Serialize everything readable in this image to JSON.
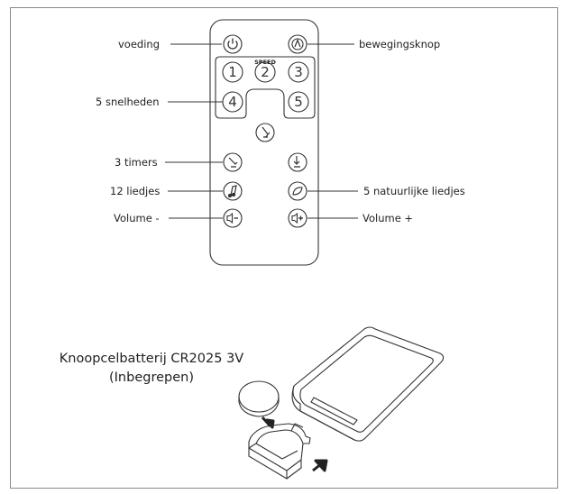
{
  "labels": {
    "power": "voeding",
    "motion": "bewegingsknop",
    "speeds": "5 snelheden",
    "timers": "3 timers",
    "songs": "12 liedjes",
    "nature": "5 natuurlijke liedjes",
    "vol_down": "Volume -",
    "vol_up": "Volume +"
  },
  "remote": {
    "speed_label": "SPEED",
    "speed_buttons": [
      "1",
      "2",
      "3",
      "4",
      "5"
    ]
  },
  "battery": {
    "line1": "Knoopcelbatterij CR2025 3V",
    "line2": "(Inbegrepen)"
  }
}
